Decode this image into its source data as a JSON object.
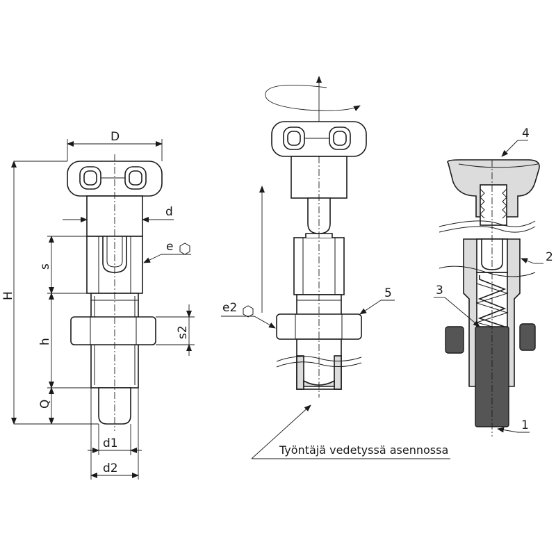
{
  "labels": {
    "D": "D",
    "d": "d",
    "e": "e",
    "s": "s",
    "H": "H",
    "h": "h",
    "s2": "s2",
    "Q": "Q",
    "d1": "d1",
    "d2": "d2",
    "e2": "e2",
    "caption": "Työntäjä vedetyssä asennossa",
    "part1": "1",
    "part2": "2",
    "part3": "3",
    "part4": "4",
    "part5": "5"
  }
}
